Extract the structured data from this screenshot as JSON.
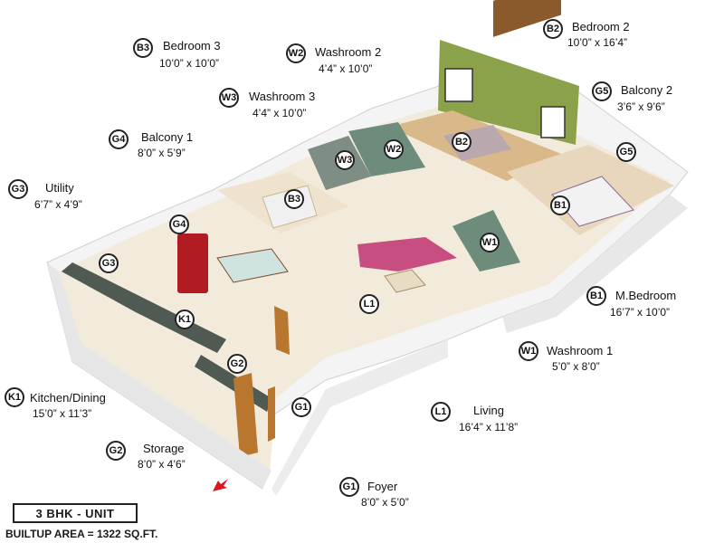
{
  "rooms": {
    "b3": {
      "code": "B3",
      "name": "Bedroom 3",
      "dim": "10’0” x 10’0”"
    },
    "w2": {
      "code": "W2",
      "name": "Washroom 2",
      "dim": "4’4” x 10’0”"
    },
    "b2": {
      "code": "B2",
      "name": "Bedroom 2",
      "dim": "10’0” x 16’4”"
    },
    "w3": {
      "code": "W3",
      "name": "Washroom 3",
      "dim": "4’4” x 10’0”"
    },
    "g5": {
      "code": "G5",
      "name": "Balcony 2",
      "dim": "3’6” x 9’6”"
    },
    "g4": {
      "code": "G4",
      "name": "Balcony 1",
      "dim": "8’0” x 5’9”"
    },
    "g3": {
      "code": "G3",
      "name": "Utility",
      "dim": "6’7” x 4’9”"
    },
    "b1": {
      "code": "B1",
      "name": "M.Bedroom",
      "dim": "16’7” x 10’0”"
    },
    "w1": {
      "code": "W1",
      "name": "Washroom 1",
      "dim": "5’0” x 8’0”"
    },
    "k1": {
      "code": "K1",
      "name": "Kitchen/Dining",
      "dim": "15’0” x 11’3”"
    },
    "l1": {
      "code": "L1",
      "name": "Living",
      "dim": "16’4” x 11’8”"
    },
    "g2": {
      "code": "G2",
      "name": "Storage",
      "dim": "8’0” x 4’6”"
    },
    "g1": {
      "code": "G1",
      "name": "Foyer",
      "dim": "8’0” x 5’0”"
    }
  },
  "unit": {
    "type": "3 BHK - UNIT",
    "area": "BUILTUP AREA = 1322 SQ.FT."
  },
  "colors": {
    "accent_wall": "#8ba24a",
    "wood": "#b8762e",
    "floor": "#f2eadb",
    "entry_arrow": "#e0141c"
  }
}
